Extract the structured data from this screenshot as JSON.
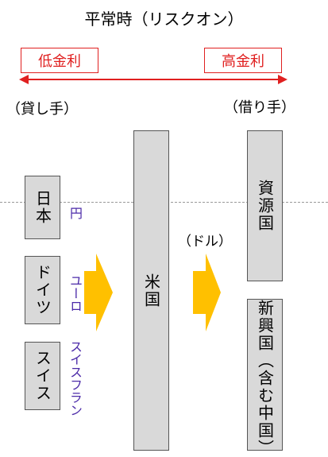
{
  "title": "平常時（リスクオン）",
  "low_rate_label": "低金利",
  "high_rate_label": "高金利",
  "lender_label": "（貸し手）",
  "borrower_label": "（借り手）",
  "lenders": [
    {
      "name": "日本",
      "currency": "円"
    },
    {
      "name": "ドイツ",
      "currency": "ユーロ"
    },
    {
      "name": "スイス",
      "currency": "スイスフラン"
    }
  ],
  "middle": {
    "name": "米国",
    "flow_currency": "（ドル）"
  },
  "borrowers": [
    {
      "name": "資源国"
    },
    {
      "name": "新興国（含む中国）"
    }
  ],
  "colors": {
    "arrow_red": "#e02020",
    "flow_arrow": "#ffc000",
    "box_fill": "#d9d9d9",
    "currency_text": "#4b2aa8"
  }
}
